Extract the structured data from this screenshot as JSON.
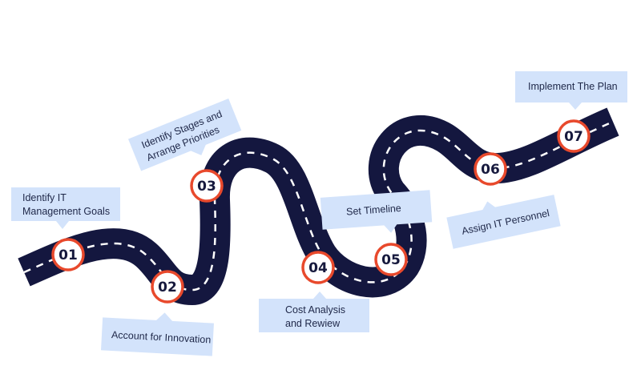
{
  "colors": {
    "road": "#14173f",
    "lane_marking": "#ffffff",
    "marker_ring": "#e8492c",
    "marker_fill": "#ffffff",
    "marker_text": "#16193d",
    "label_bg": "#d3e3fb",
    "label_text": "#1e2748"
  },
  "steps": [
    {
      "number": "01",
      "label": [
        "Identify IT",
        "Management Goals"
      ]
    },
    {
      "number": "02",
      "label": [
        "Account for Innovation"
      ]
    },
    {
      "number": "03",
      "label": [
        "Identify Stages and",
        "Arrange Priorities"
      ]
    },
    {
      "number": "04",
      "label": [
        "Cost Analysis",
        "and Rewiew"
      ]
    },
    {
      "number": "05",
      "label": [
        "Set Timeline"
      ]
    },
    {
      "number": "06",
      "label": [
        "Assign IT Personnel"
      ]
    },
    {
      "number": "07",
      "label": [
        "Implement The Plan"
      ]
    }
  ]
}
